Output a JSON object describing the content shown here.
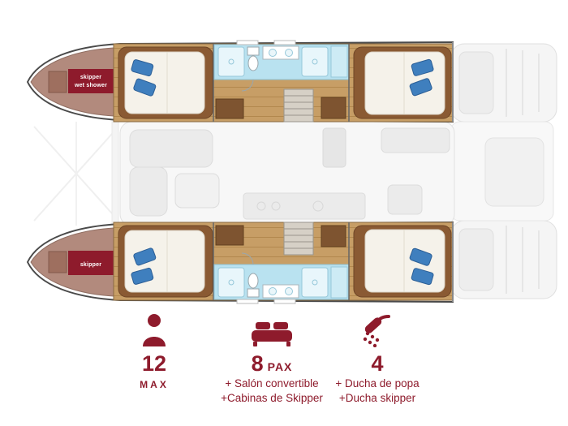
{
  "plan": {
    "bow_top": {
      "line1": "skipper",
      "line2": "wet shower"
    },
    "bow_bottom": {
      "label": "skipper"
    }
  },
  "legend": {
    "capacity": {
      "icon": "person-icon",
      "value": "12",
      "label": "MAX"
    },
    "berths": {
      "icon": "bed-icon",
      "value": "8",
      "unit": "PAX",
      "details": [
        "+ Salón convertible",
        "+Cabinas de Skipper"
      ]
    },
    "showers": {
      "icon": "shower-icon",
      "value": "4",
      "details": [
        "+ Ducha de popa",
        "+Ducha skipper"
      ]
    }
  },
  "colors": {
    "accent": "#8E1B2C",
    "pillow": "#3F7FBE",
    "bathroom": "#B9E2F0",
    "wood": "#C79E66"
  }
}
